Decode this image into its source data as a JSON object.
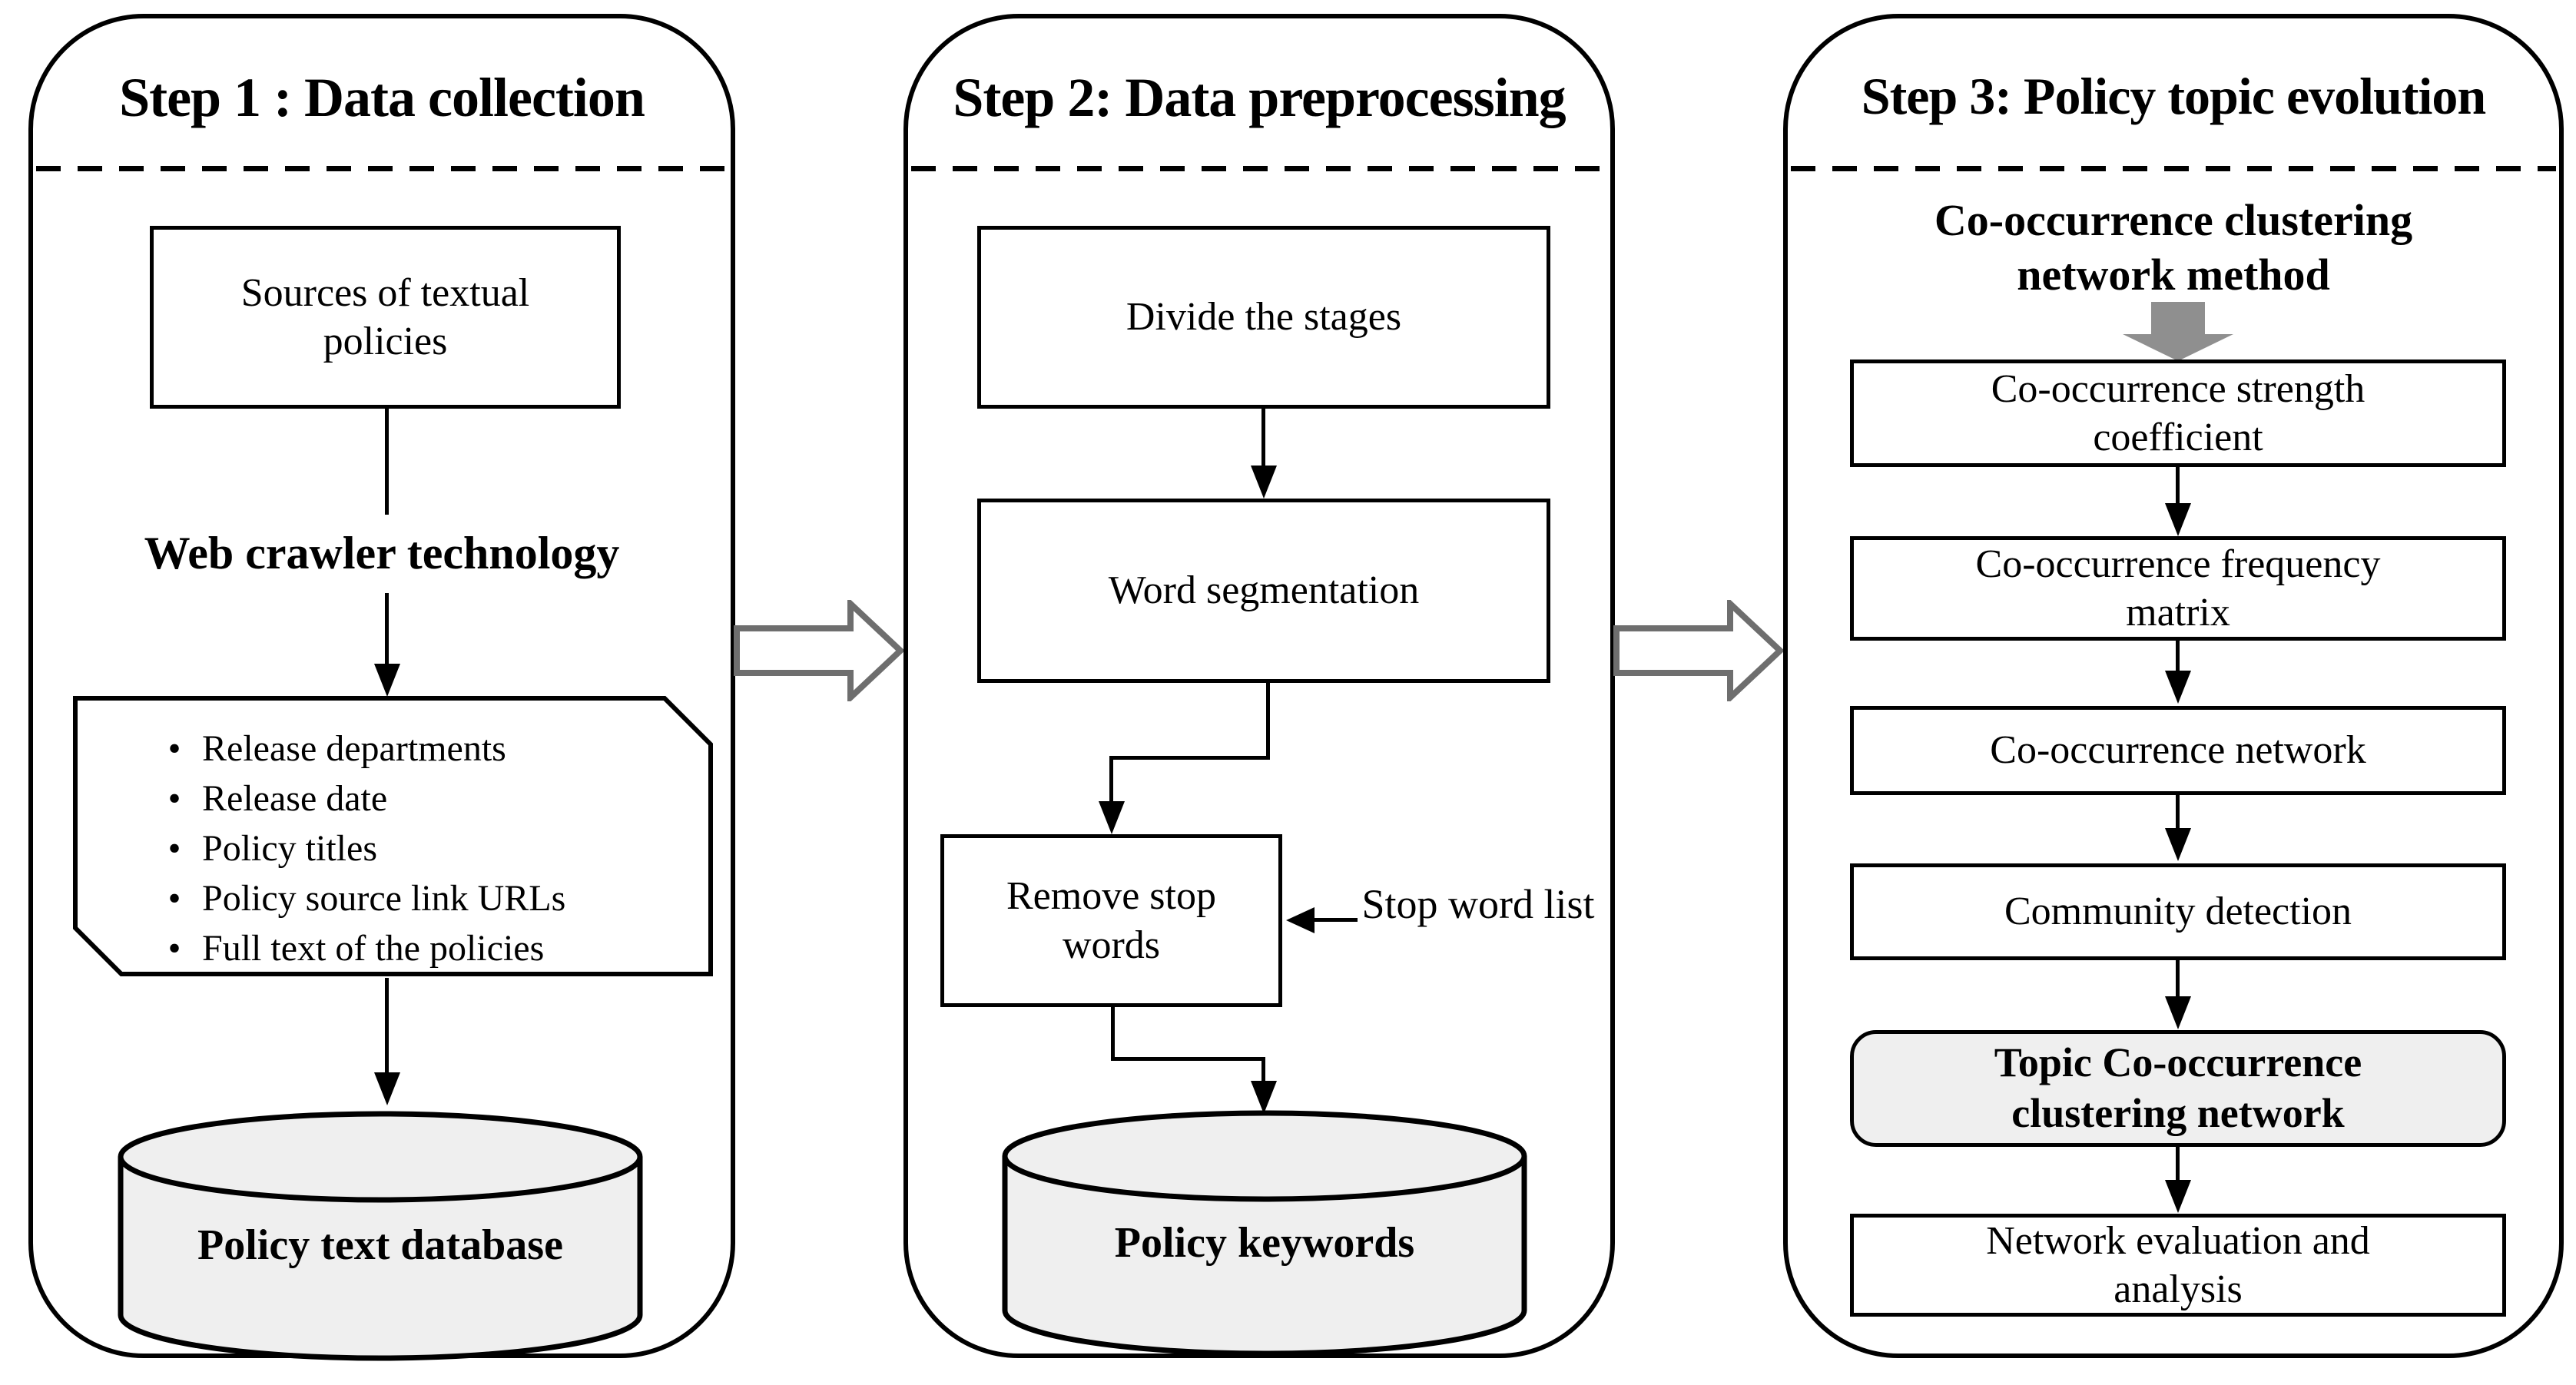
{
  "panel1": {
    "title": "Step 1 : Data collection",
    "source_box": "Sources of textual policies",
    "crawler_label": "Web crawler technology",
    "bullet_char": "•",
    "bullets": [
      "Release departments",
      "Release date",
      "Policy titles",
      "Policy source link URLs",
      "Full text of the policies"
    ],
    "database_label": "Policy text database"
  },
  "panel2": {
    "title": "Step 2: Data preprocessing",
    "box_divide": "Divide the stages",
    "box_segmentation": "Word segmentation",
    "box_remove": "Remove stop words",
    "stop_list_label": "Stop word list",
    "database_label": "Policy keywords"
  },
  "panel3": {
    "title": "Step 3: Policy topic evolution",
    "method_label": "Co-occurrence clustering network method",
    "box_strength": "Co-occurrence strength coefficient",
    "box_frequency": "Co-occurrence frequency matrix",
    "box_network": "Co-occurrence network",
    "box_community": "Community detection",
    "box_topic": "Topic Co-occurrence clustering network",
    "box_evaluation": "Network evaluation and analysis"
  },
  "colors": {
    "shape_fill_gray": "#efefef",
    "block_arrow_gray": "#8f8f8f",
    "hollow_arrow_stroke": "#6e6e6e",
    "line_black": "#000000"
  }
}
